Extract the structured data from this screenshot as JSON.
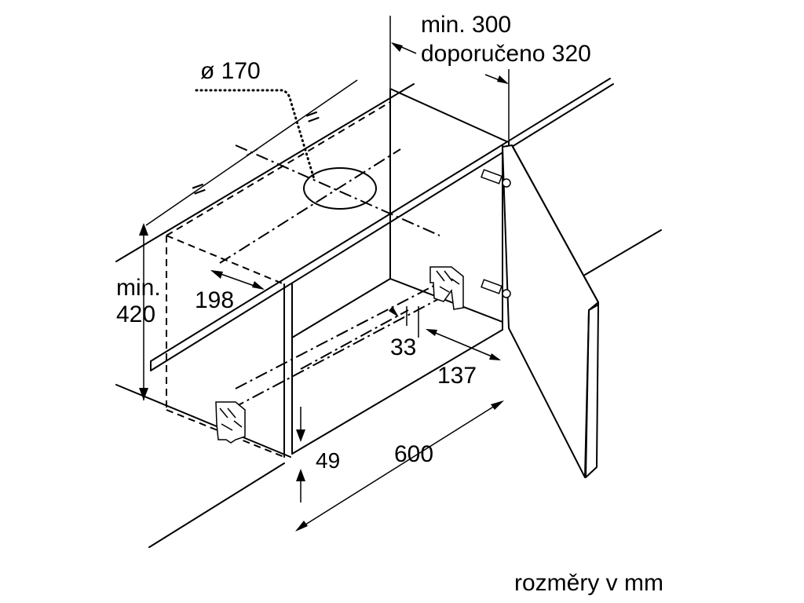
{
  "diagram": {
    "labels": {
      "depth_min": "min. 300",
      "depth_recommended": "doporučeno 320",
      "duct_diameter": "ø 170",
      "equal_left": "=",
      "equal_right": "=",
      "height_min_line1": "min.",
      "height_min_line2": "420",
      "offset_198": "198",
      "offset_33": "33",
      "offset_137": "137",
      "offset_49": "49",
      "width_600": "600",
      "units_note": "rozměry v mm"
    }
  }
}
